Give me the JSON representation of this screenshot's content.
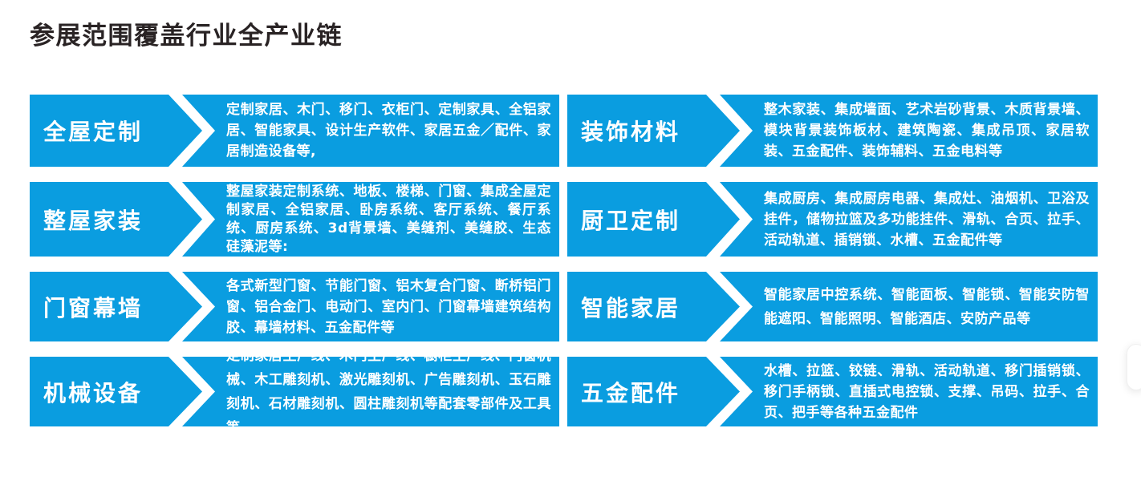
{
  "page": {
    "title": "参展范围覆盖行业全产业链"
  },
  "colors": {
    "block_blue": "#0a9de0",
    "text_white": "#ffffff",
    "title_dark": "#292324"
  },
  "items": [
    {
      "label": "全屋定制",
      "desc": "定制家居、木门、移门、衣柜门、定制家具、全铝家居、智能家具、设计生产软件、家居五金／配件、家居制造设备等,"
    },
    {
      "label": "装饰材料",
      "desc": "整木家装、集成墙面、艺术岩砂背景、木质背景墙、模块背景装饰板材、建筑陶瓷、集成吊顶、家居软装、五金配件、装饰辅料、五金电料等"
    },
    {
      "label": "整屋家装",
      "desc": "整屋家装定制系统、地板、楼梯、门窗、集成全屋定制家居、全铝家居、卧房系统、客厅系统、餐厅系统、厨房系统、3d背景墙、美缝剂、美缝胶、生态硅藻泥等:"
    },
    {
      "label": "厨卫定制",
      "desc": "集成厨房、集成厨房电器、集成灶、油烟机、卫浴及挂件，储物拉篮及多功能挂件、滑轨、合页、拉手、活动轨道、插销锁、水槽、五金配件等"
    },
    {
      "label": "门窗幕墙",
      "desc": "各式新型门窗、节能门窗、铝木复合门窗、断桥铝门窗、铝合金门、电动门、室内门、门窗幕墙建筑结构胶、幕墙材料、五金配件等"
    },
    {
      "label": "智能家居",
      "desc": "智能家居中控系统、智能面板、智能锁、智能安防智能遮阳、智能照明、智能酒店、安防产品等"
    },
    {
      "label": "机械设备",
      "desc": "定制家居生产线、木门生产线、橱柜生产线、门窗机械、木工雕刻机、激光雕刻机、广告雕刻机、玉石雕刻机、石材雕刻机、圆柱雕刻机等配套零部件及工具等"
    },
    {
      "label": "五金配件",
      "desc": "水槽、拉篮、铰链、滑轨、活动轨道、移门插销锁、移门手柄锁、直插式电控锁、支撑、吊码、拉手、合页、把手等各种五金配件"
    }
  ]
}
